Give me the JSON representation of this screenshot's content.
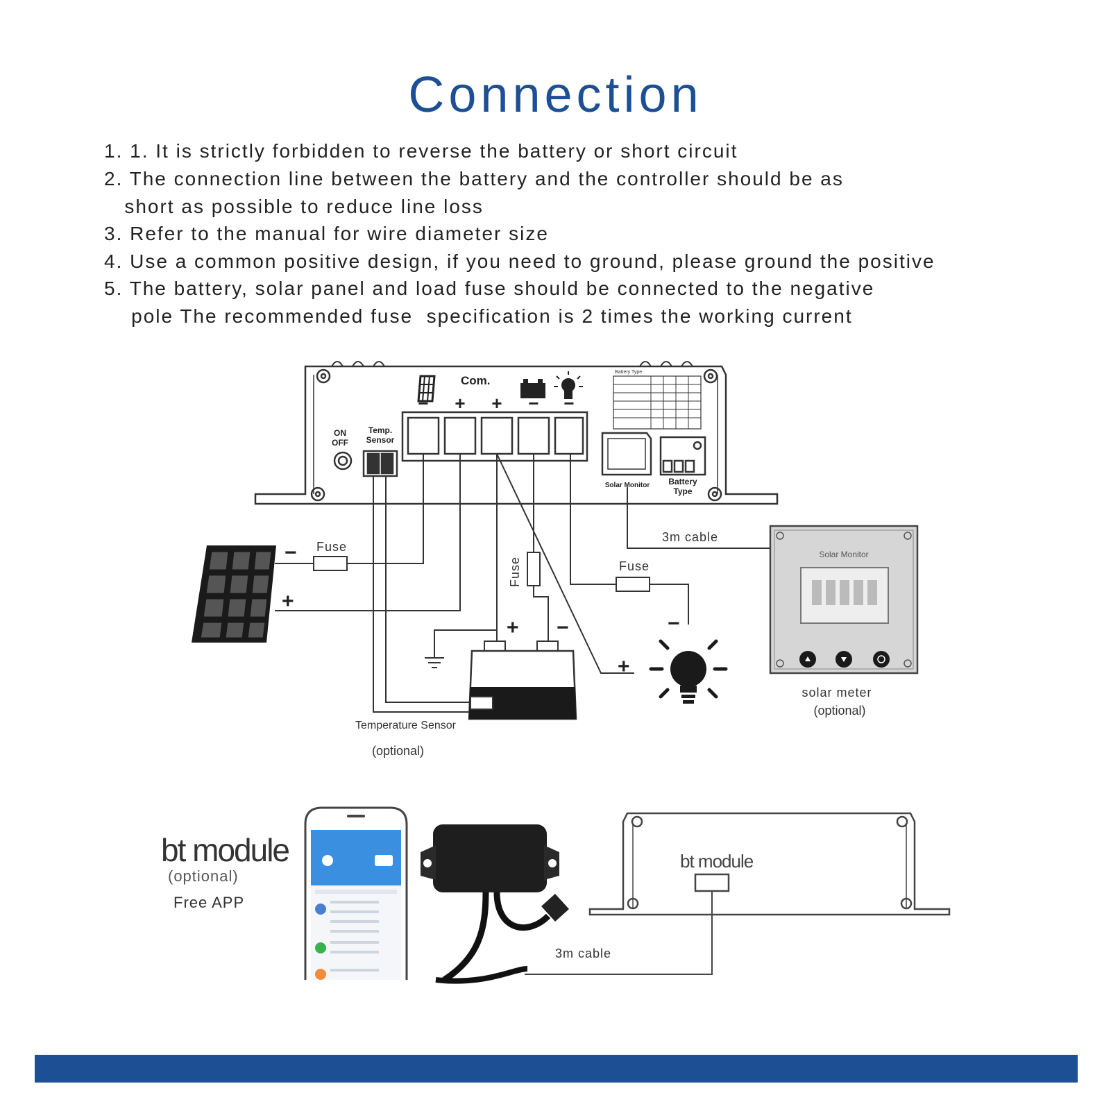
{
  "title": "Connection",
  "notes": [
    "1. 1. It is strictly forbidden to reverse the battery or short circuit",
    "2. The connection line between the battery and the controller should be as",
    "   short as possible to reduce line loss",
    "3. Refer to the manual for wire diameter size",
    "4. Use a common positive design, if you need to ground, please ground the positive",
    "5. The battery, solar panel and load fuse should be connected to the negative",
    "    pole The recommended fuse  specification is 2 times the working current"
  ],
  "controller": {
    "com_label": "Com.",
    "terminal_signs": [
      "−",
      "+",
      "+",
      "−",
      "−"
    ],
    "on_off": [
      "ON",
      "OFF"
    ],
    "temp_sensor": [
      "Temp.",
      "Sensor"
    ],
    "solar_monitor": "Solar Monitor",
    "battery_type": [
      "Battery",
      "Type"
    ],
    "battery_type_table_title": "Battery Type"
  },
  "wiring": {
    "fuse_solar": "Fuse",
    "fuse_battery": "Fuse",
    "fuse_load": "Fuse",
    "cable_monitor": "3m cable",
    "solar_minus": "−",
    "solar_plus": "+",
    "battery_plus": "+",
    "battery_minus": "−",
    "load_minus": "−",
    "load_plus": "+",
    "temp_sensor_label": "Temperature Sensor",
    "temp_sensor_optional": "(optional)"
  },
  "solar_meter": {
    "screen_title": "Solar Monitor",
    "label": "solar meter",
    "optional": "(optional)"
  },
  "bt": {
    "title": "bt module",
    "optional": "(optional)",
    "app": "Free APP",
    "controller_label": "bt module",
    "cable": "3m cable"
  },
  "colors": {
    "accent": "#1c4f93",
    "line": "#333333"
  }
}
